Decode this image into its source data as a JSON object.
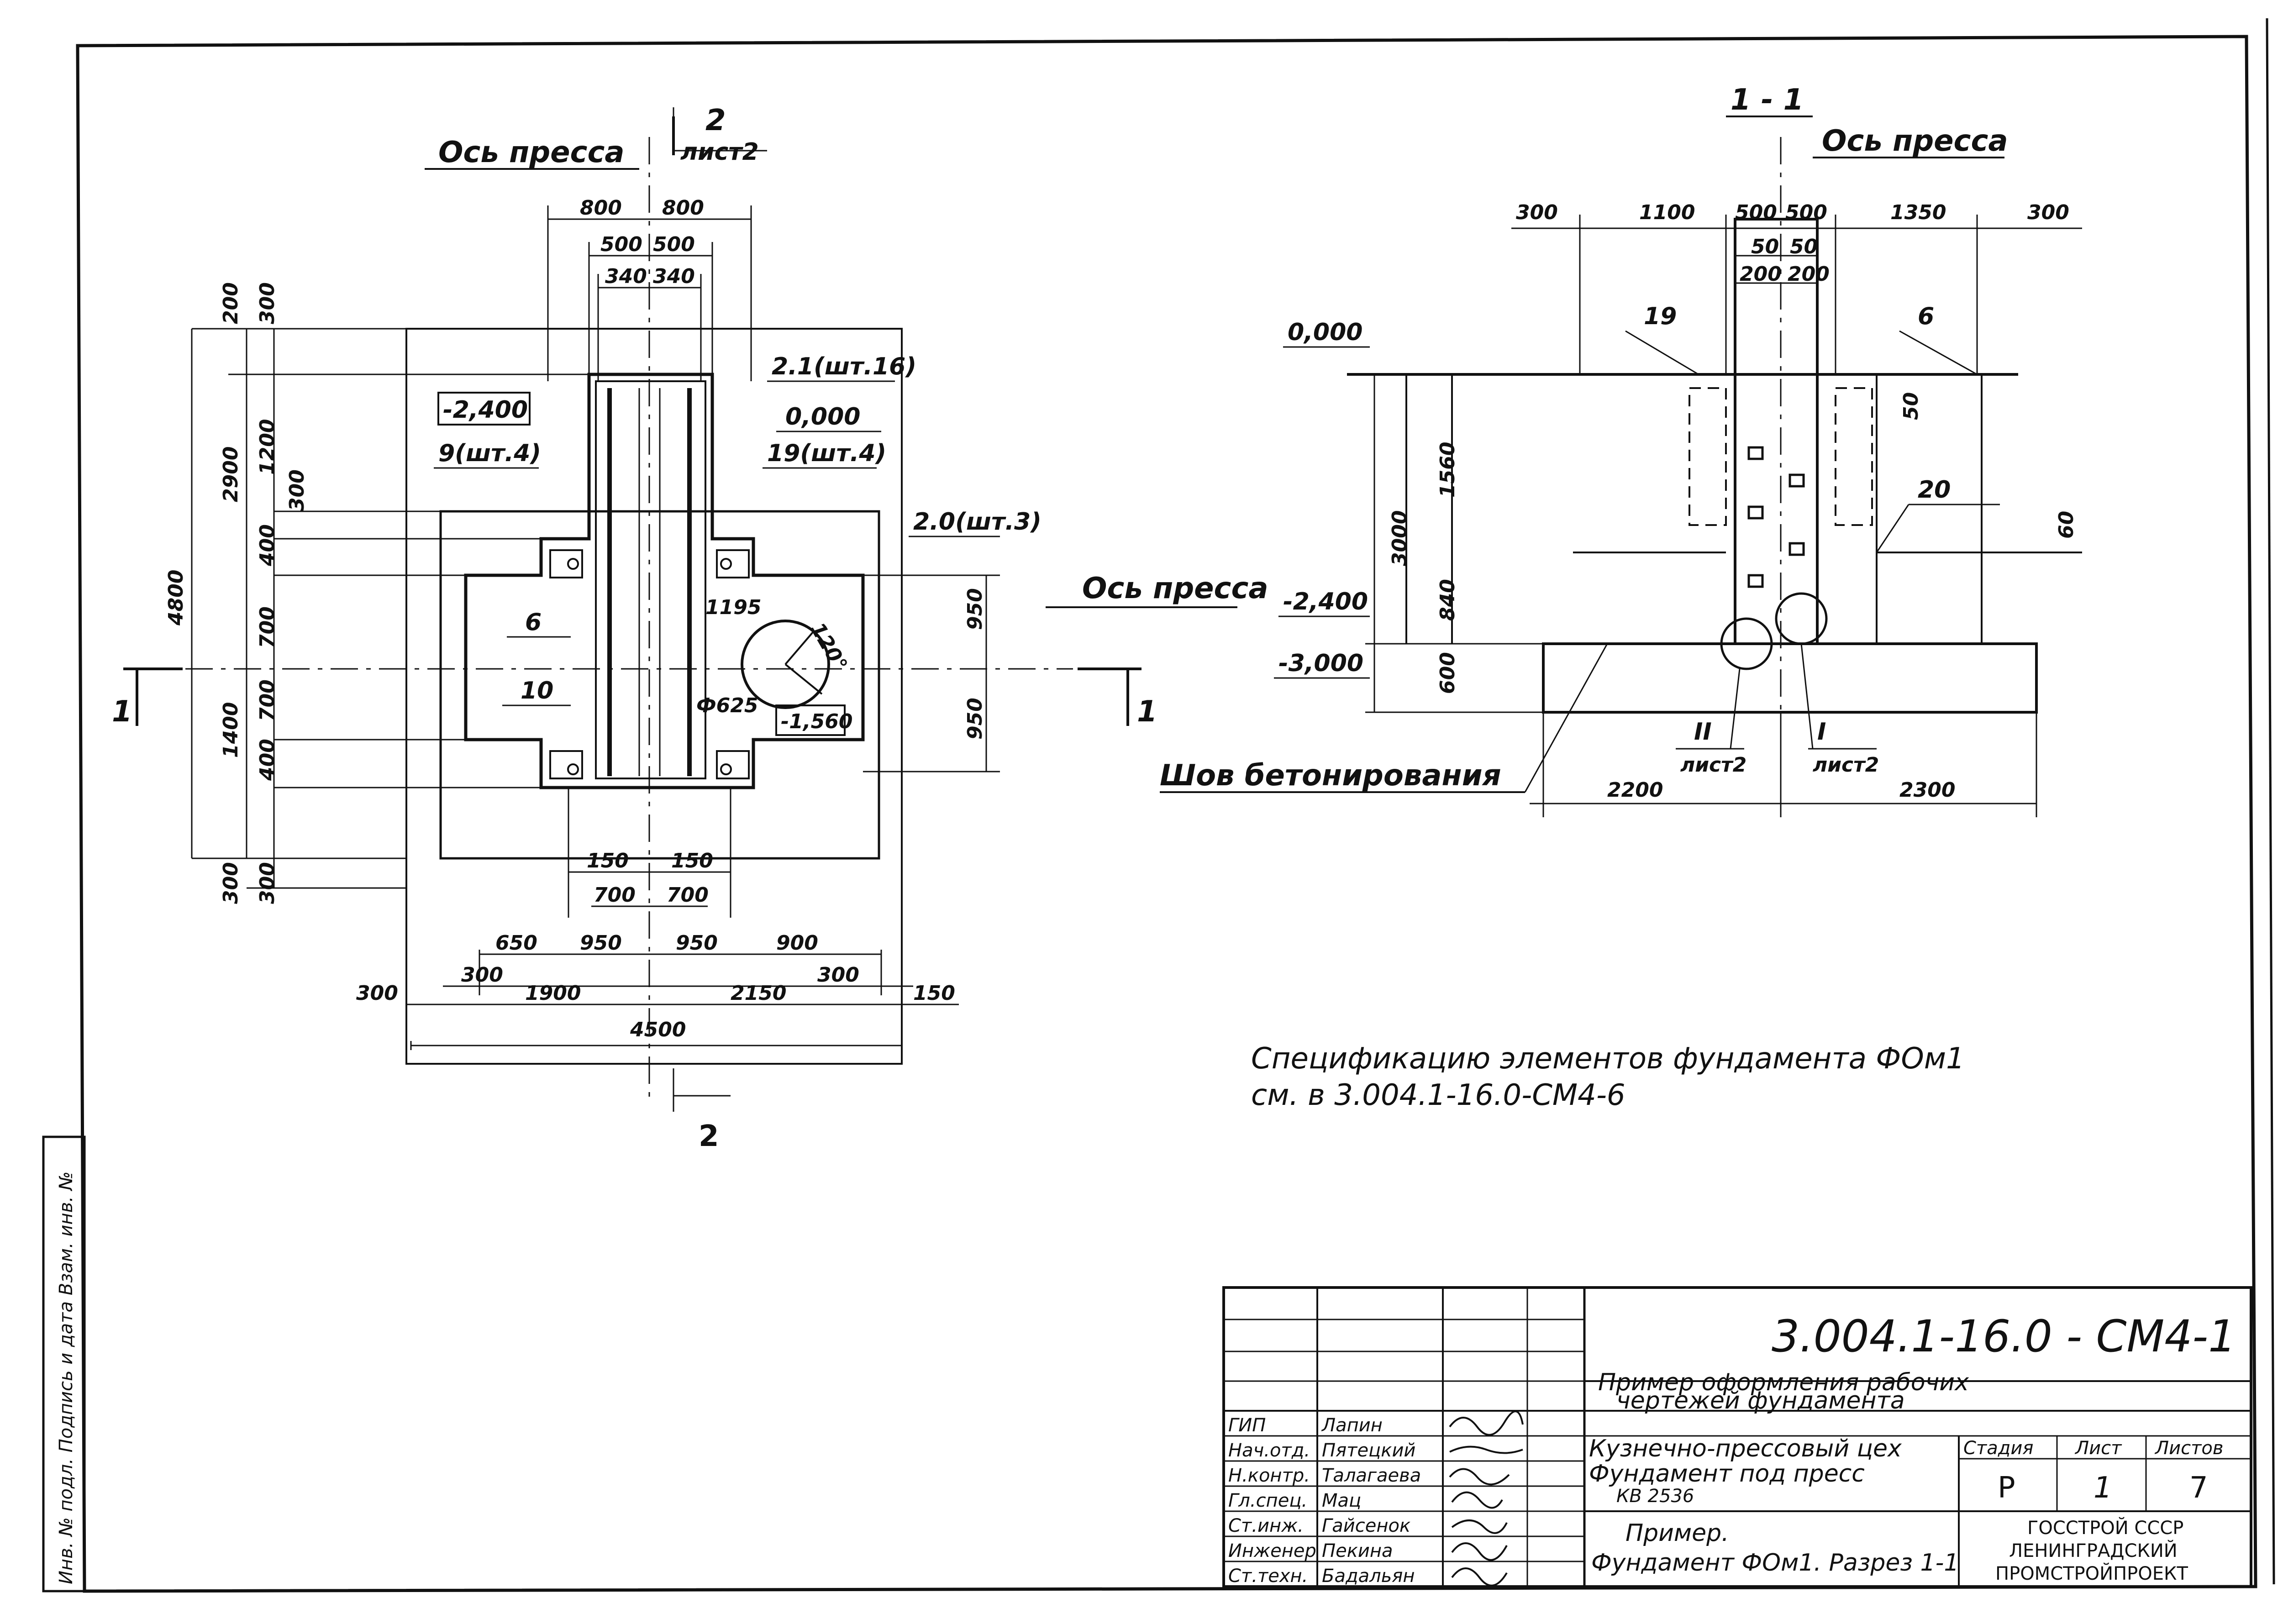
{
  "plan": {
    "press_axis": "Ось пресса",
    "press_axis_right": "Ось пресса",
    "section_2_num": "2",
    "section_2_sheet": "лист2",
    "section_2_bottom": "2",
    "section_1_left": "1",
    "section_1_right": "1",
    "level_box": "-2,400",
    "level_zero": "0,000",
    "level_pit": "-1,560",
    "callout_9": "9(шт.4)",
    "callout_19": "19(шт.4)",
    "callout_21": "2.1(шт.16)",
    "callout_20": "2.0(шт.3)",
    "callout_6": "6",
    "callout_10": "10",
    "pit_diameter": "Ф625",
    "pit_angle": "120°",
    "dim_1195": "1195",
    "top_dims": [
      "800",
      "800",
      "500",
      "500",
      "340",
      "340"
    ],
    "left_dims": [
      "200",
      "300",
      "1200",
      "2900",
      "300",
      "400",
      "700",
      "4800",
      "700",
      "1400",
      "400",
      "300",
      "300"
    ],
    "right_dims": [
      "950",
      "950"
    ],
    "bottom_dims": [
      "150",
      "150",
      "700",
      "700",
      "650",
      "950",
      "950",
      "900",
      "300",
      "1900",
      "2150",
      "300",
      "300",
      "150",
      "4500"
    ]
  },
  "section": {
    "title": "1 - 1",
    "press_axis": "Ось пресса",
    "top_dims": [
      "300",
      "1100",
      "500",
      "500",
      "1350",
      "300",
      "50",
      "50",
      "200",
      "200"
    ],
    "level_zero": "0,000",
    "level_m2400": "-2,400",
    "level_m3000": "-3,000",
    "vert_dims": [
      "1560",
      "3000",
      "840",
      "600",
      "50",
      "60"
    ],
    "callout_19": "19",
    "callout_6": "6",
    "callout_20": "20",
    "joint_label": "Шов бетонирования",
    "node_2": "II",
    "node_2_sheet": "лист2",
    "node_1": "I",
    "node_1_sheet": "лист2",
    "bottom_dims": [
      "2200",
      "2300"
    ]
  },
  "note": {
    "line1": "Спецификацию элементов фундамента ФОм1",
    "line2": "см. в 3.004.1-16.0-СМ4-6"
  },
  "side_stamp": "Инв. № подл. Подпись и дата Взам. инв. №",
  "title_block": {
    "code": "3.004.1-16.0 - СМ4-1",
    "description": [
      "Пример оформления рабочих",
      "чертежей фундамента"
    ],
    "roles": [
      "ГИП",
      "Нач.отд.",
      "Н.контр.",
      "Гл.спец.",
      "Ст.инж.",
      "Инженер",
      "Ст.техн."
    ],
    "names": [
      "Лапин",
      "Пятецкий",
      "Талагаева",
      "Мац",
      "Гайсенок",
      "Пекина",
      "Бадальян"
    ],
    "object": [
      "Кузнечно-прессовый цех",
      "Фундамент под пресс",
      "КВ 2536"
    ],
    "sheet_title": [
      "Пример.",
      "Фундамент ФОм1. Разрез 1-1"
    ],
    "stage_h": "Стадия",
    "sheet_h": "Лист",
    "sheets_h": "Листов",
    "stage": "Р",
    "sheet": "1",
    "sheets": "7",
    "org": [
      "ГОССТРОЙ СССР",
      "ЛЕНИНГРАДСКИЙ",
      "ПРОМСТРОЙПРОЕКТ"
    ]
  }
}
